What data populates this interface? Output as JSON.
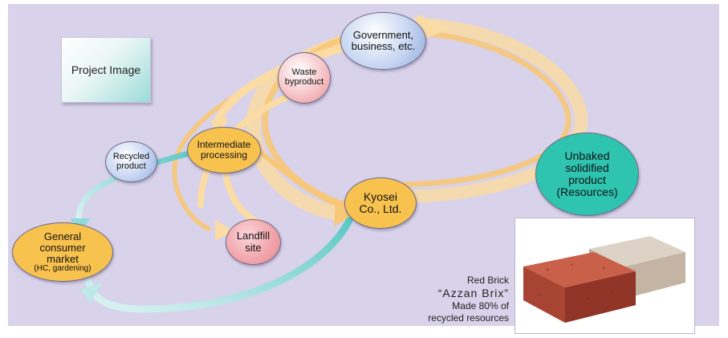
{
  "title_box": "Project Image",
  "nodes": {
    "government": [
      "Government,",
      "business, etc."
    ],
    "waste": [
      "Waste",
      "byproduct"
    ],
    "intermediate": [
      "Intermediate",
      "processing"
    ],
    "recycled": [
      "Recycled",
      "product"
    ],
    "kyosei": [
      "Kyosei",
      "Co., Ltd."
    ],
    "landfill": [
      "Landfill",
      "site"
    ],
    "unbaked": [
      "Unbaked",
      "solidified",
      "product",
      "(Resources)"
    ],
    "market": [
      "General",
      "consumer",
      "market",
      "(HC, gardening)"
    ]
  },
  "caption": {
    "line1": "Red Brick",
    "line2": "“Azzan Brix”",
    "line3": "Made 80% of",
    "line4": "recycled resources"
  },
  "colors": {
    "background": "#d8d2ea",
    "orange_node": "#f8c24f",
    "teal_node": "#2ec4b0",
    "arrow_orange": "#f8c878",
    "arrow_teal": "#6fd0cf"
  }
}
